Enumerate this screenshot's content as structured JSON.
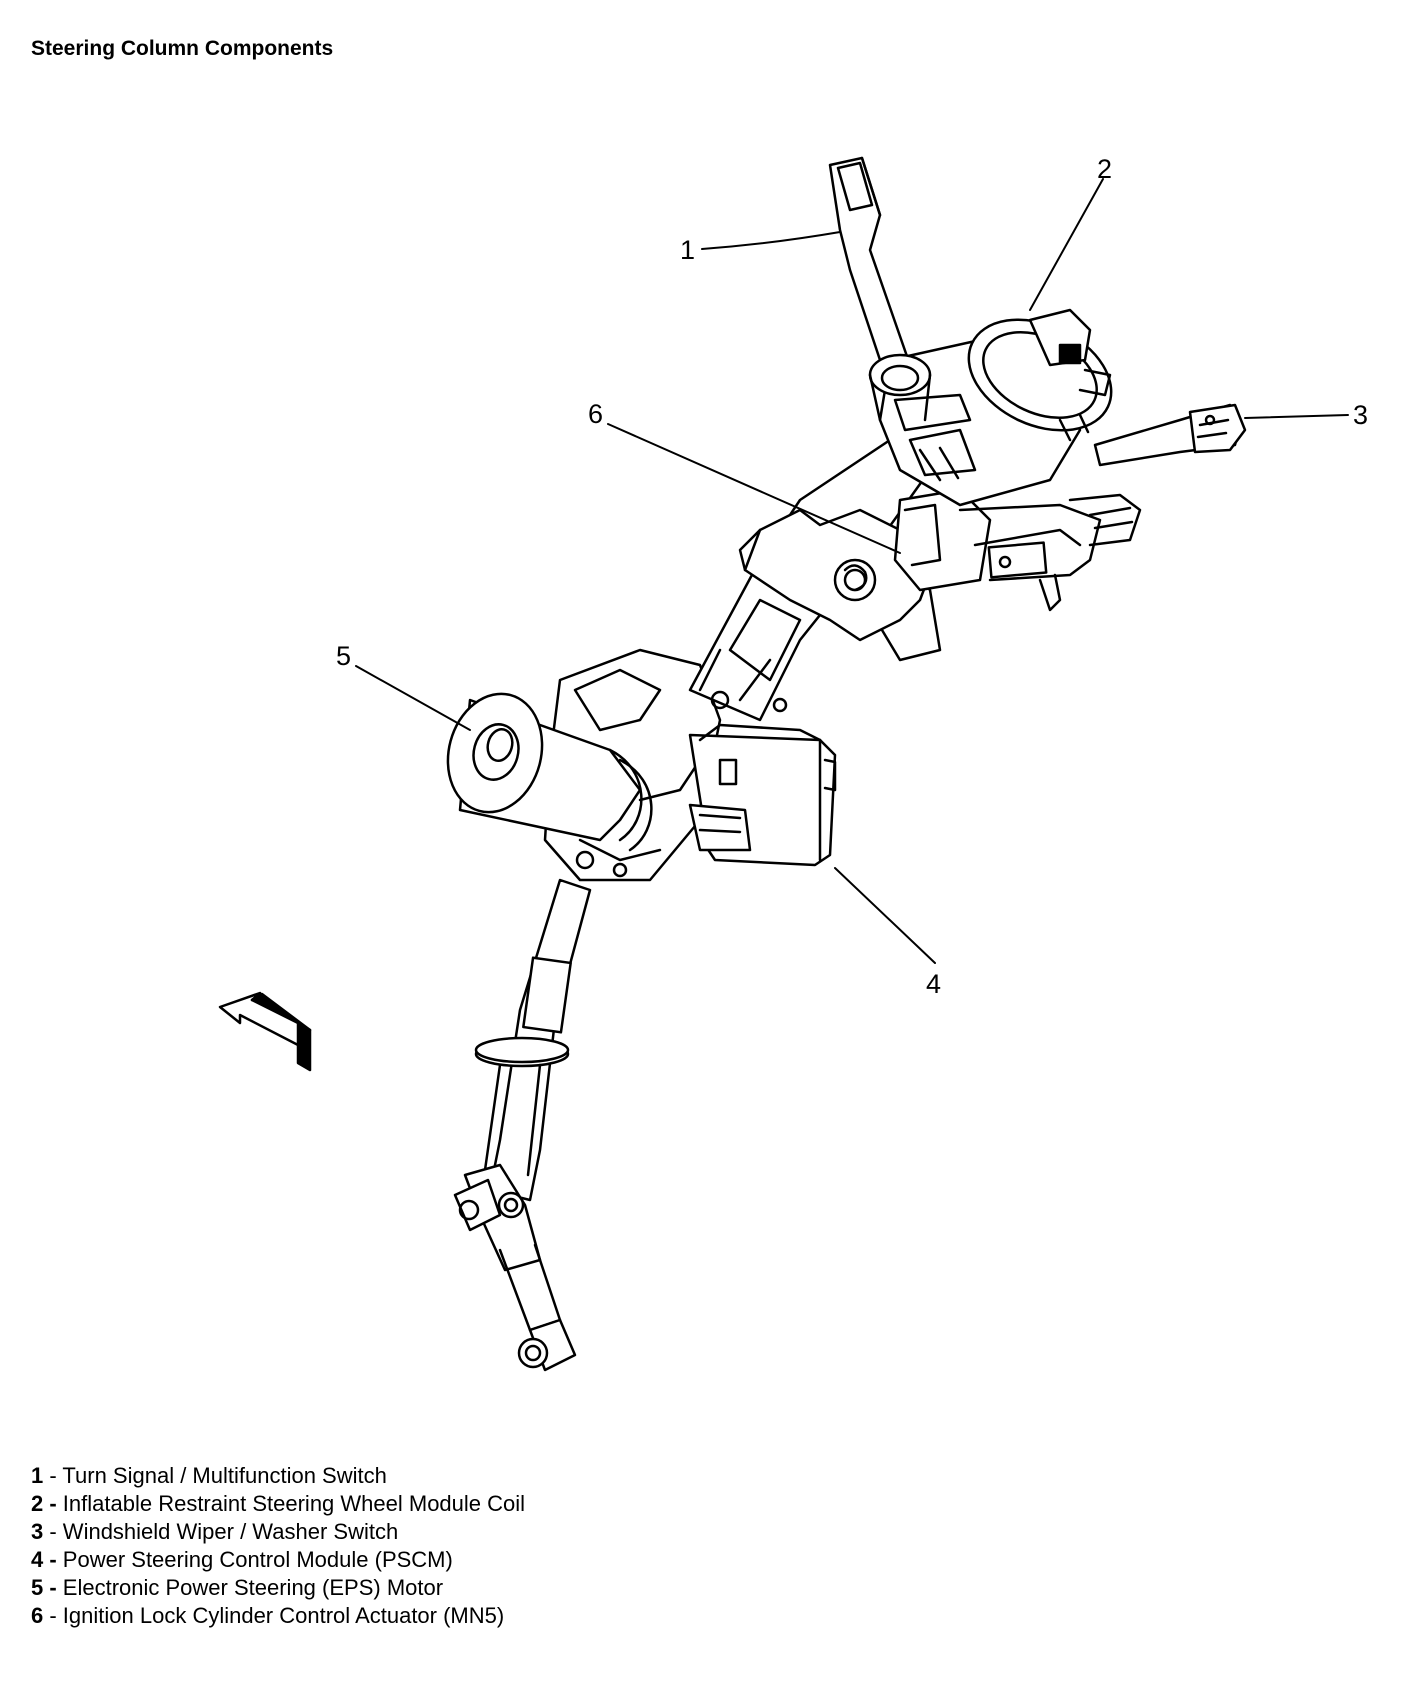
{
  "title": "Steering Column Components",
  "callouts": [
    "1",
    "2",
    "3",
    "4",
    "5",
    "6"
  ],
  "legend": [
    {
      "num": "1",
      "text": " - Turn Signal / Multifunction Switch"
    },
    {
      "num": "2 -",
      "text": " Inflatable Restraint Steering Wheel Module Coil"
    },
    {
      "num": "3",
      "text": " - Windshield Wiper / Washer Switch"
    },
    {
      "num": "4 -",
      "text": " Power Steering Control Module (PSCM)"
    },
    {
      "num": "5 -",
      "text": " Electronic Power Steering (EPS) Motor"
    },
    {
      "num": "6",
      "text": " - Ignition Lock Cylinder Control Actuator (MN5)"
    }
  ]
}
